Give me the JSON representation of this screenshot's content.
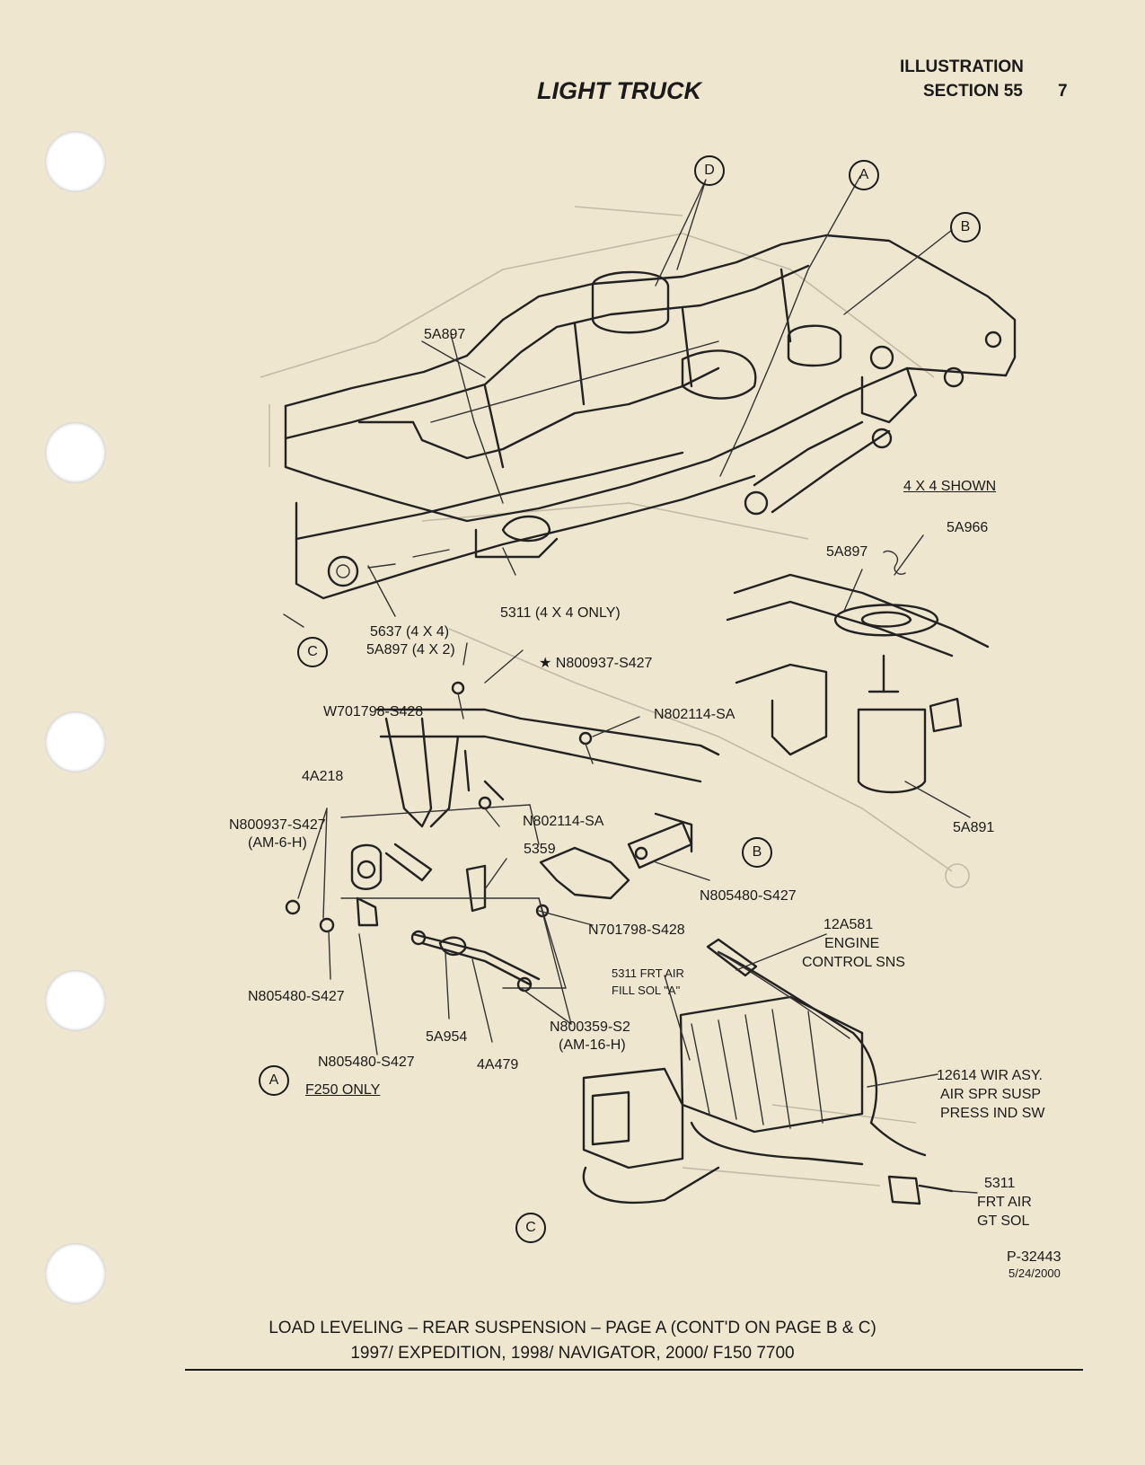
{
  "header": {
    "section_title": "ILLUSTRATION",
    "section_number": "SECTION 55",
    "page_number": "7",
    "title": "LIGHT TRUCK"
  },
  "callouts": {
    "a_top": "A",
    "b_top": "B",
    "c_top": "C",
    "d_top": "D",
    "a_bottom": "A",
    "b_mid": "B",
    "c_bottom": "C"
  },
  "labels": {
    "l_5a897_top": "5A897",
    "l_4x4_shown": "4 X 4 SHOWN",
    "l_5a966": "5A966",
    "l_5a897_right": "5A897",
    "l_5637": "5637 (4 X 4)",
    "l_5a897_4x2": "5A897 (4 X 2)",
    "l_5311_4x4": "5311 (4 X 4 ONLY)",
    "l_n800937_star": "★ N800937-S427",
    "l_w701798_top": "W701798-S428",
    "l_n802114_top": "N802114-SA",
    "l_4a218": "4A218",
    "l_n802114_mid": "N802114-SA",
    "l_n800937_left": "N800937-S427",
    "l_am6h": "(AM-6-H)",
    "l_5359": "5359",
    "l_n805480_right": "N805480-S427",
    "l_n701798_mid": "N701798-S428",
    "l_5a891": "5A891",
    "l_12a581": "12A581",
    "l_engine": "ENGINE",
    "l_control": "CONTROL SNS",
    "l_5311_frt": "5311 FRT AIR",
    "l_fill_sol": "FILL SOL \"A\"",
    "l_n805480_left": "N805480-S427",
    "l_n800359": "N800359-S2",
    "l_am16h": "(AM-16-H)",
    "l_5a954": "5A954",
    "l_n805480_bot": "N805480-S427",
    "l_4a479": "4A479",
    "l_f250": "F250 ONLY",
    "l_12614": "12614 WIR ASY.",
    "l_air_spr": "AIR SPR SUSP",
    "l_press": "PRESS IND SW",
    "l_5311_gt": "5311",
    "l_frt_air": "FRT AIR",
    "l_gt_sol": "GT SOL",
    "l_part_no": "P-32443",
    "l_date": "5/24/2000"
  },
  "footer": {
    "line1": "LOAD LEVELING – REAR SUSPENSION – PAGE A (CONT'D ON PAGE B & C)",
    "line2": "1997/ EXPEDITION, 1998/ NAVIGATOR, 2000/ F150 7700"
  }
}
